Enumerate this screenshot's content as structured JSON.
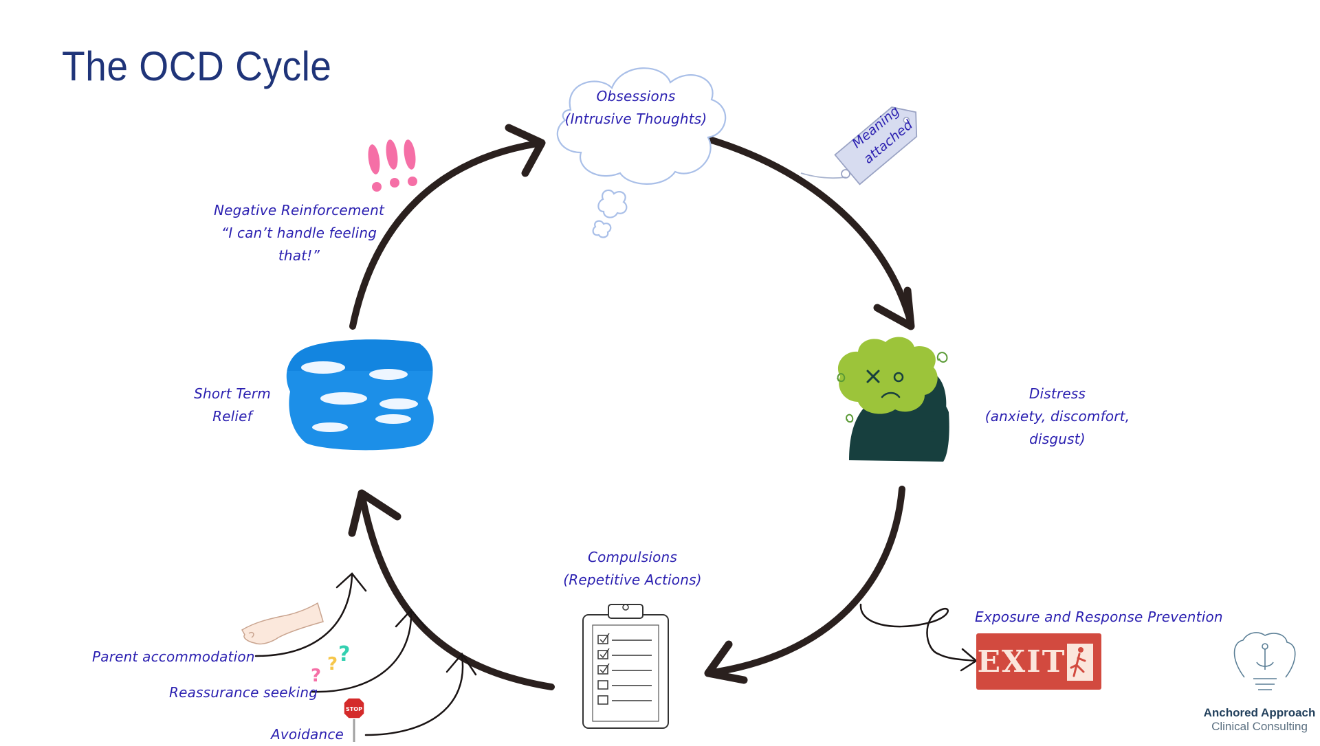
{
  "title": "The OCD Cycle",
  "nodes": {
    "obsessions": {
      "line1": "Obsessions",
      "line2": "(Intrusive Thoughts)"
    },
    "tag": {
      "line1": "Meaning",
      "line2": "attached"
    },
    "distress": {
      "line1": "Distress",
      "line2": "(anxiety, discomfort,",
      "line3": "disgust)"
    },
    "compulsions": {
      "line1": "Compulsions",
      "line2": "(Repetitive Actions)"
    },
    "relief": {
      "line1": "Short Term",
      "line2": "Relief"
    },
    "reinforcement": {
      "line1": "Negative Reinforcement",
      "line2": "“I can’t handle feeling",
      "line3": "that!”"
    }
  },
  "erp": {
    "label": "Exposure and Response Prevention",
    "sign": "EXIT"
  },
  "feeders": {
    "parent": "Parent accommodation",
    "reassurance": "Reassurance seeking",
    "avoidance": "Avoidance"
  },
  "stop_sign": "STOP",
  "logo": {
    "line1": "Anchored Approach",
    "line2": "Clinical Consulting"
  },
  "colors": {
    "title": "#1f3479",
    "label": "#2a1fb0",
    "arrow": "#2a201e",
    "cloud_outline": "#a9bfe8",
    "sky": "#1a8ee6",
    "face": "#9cc43a",
    "body": "#173f3e",
    "exit": "#d24a3f",
    "exclaim": "#f56fa6"
  }
}
